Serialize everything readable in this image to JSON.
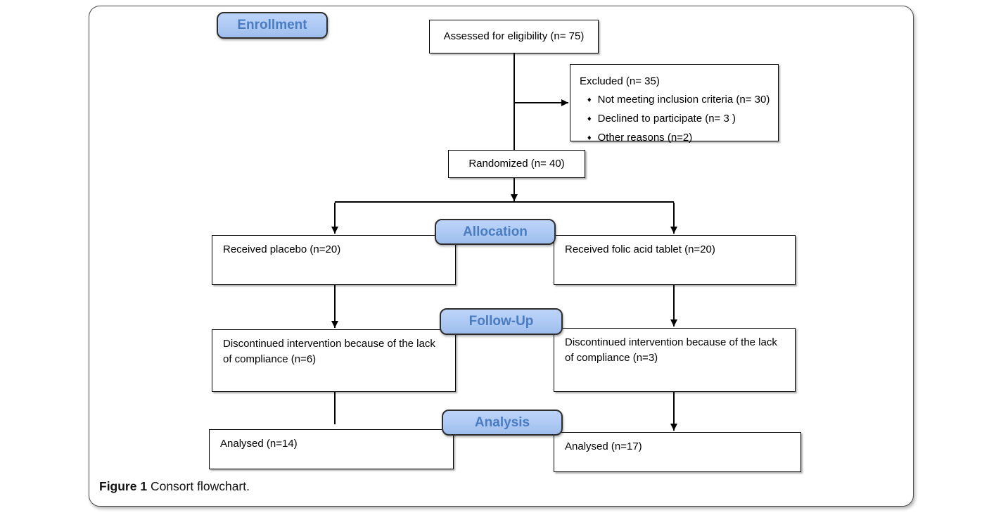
{
  "colors": {
    "stage_fill": "#abc8f3",
    "stage_text": "#4a7cc2",
    "stage_border": "#2d2d2d",
    "box_border": "#000000"
  },
  "icons": {
    "bullet_glyph": "♦"
  },
  "stages": {
    "enrollment": "Enrollment",
    "allocation": "Allocation",
    "follow_up": "Follow-Up",
    "analysis": "Analysis"
  },
  "flow": {
    "assessed": "Assessed for eligibility (n= 75)",
    "excluded": {
      "title": "Excluded (n= 35)",
      "items": [
        "Not meeting inclusion criteria (n= 30)",
        "Declined to participate (n= 3 )",
        "Other reasons (n=2)"
      ]
    },
    "randomized": "Randomized (n= 40)",
    "allocation": {
      "left": "Received placebo (n=20)",
      "right": "Received folic acid tablet (n=20)"
    },
    "follow_up": {
      "left": "Discontinued intervention because of the lack of compliance (n=6)",
      "right": "Discontinued intervention because of the lack of compliance (n=3)"
    },
    "analysis": {
      "left": "Analysed (n=14)",
      "right": "Analysed (n=17)"
    }
  },
  "caption": {
    "label": "Figure 1",
    "text": "Consort flowchart."
  }
}
